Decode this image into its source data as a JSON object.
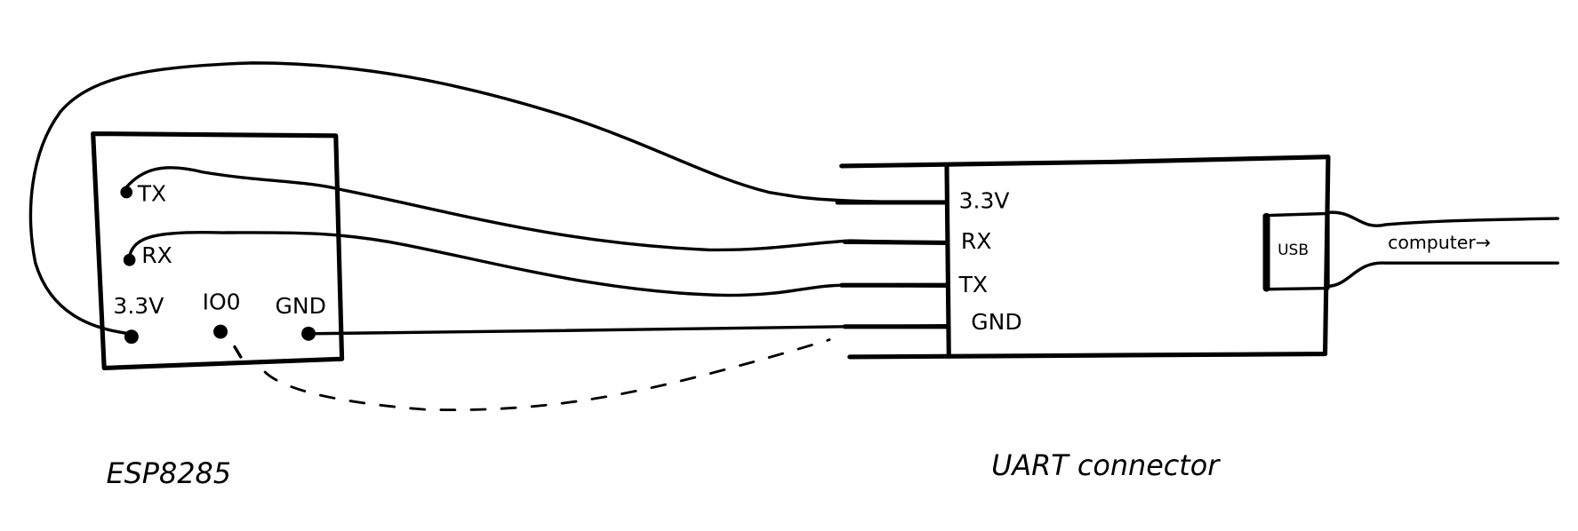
{
  "esp_module": {
    "title": "ESP8285",
    "pins": {
      "tx": "TX",
      "rx": "RX",
      "v33": "3.3V",
      "io0": "IO0",
      "gnd": "GND"
    }
  },
  "uart_connector": {
    "title": "UART connector",
    "pins": {
      "v33": "3.3V",
      "rx": "RX",
      "tx": "TX",
      "gnd": "GND"
    },
    "usb_label": "USB",
    "cable_label": "computer→"
  }
}
